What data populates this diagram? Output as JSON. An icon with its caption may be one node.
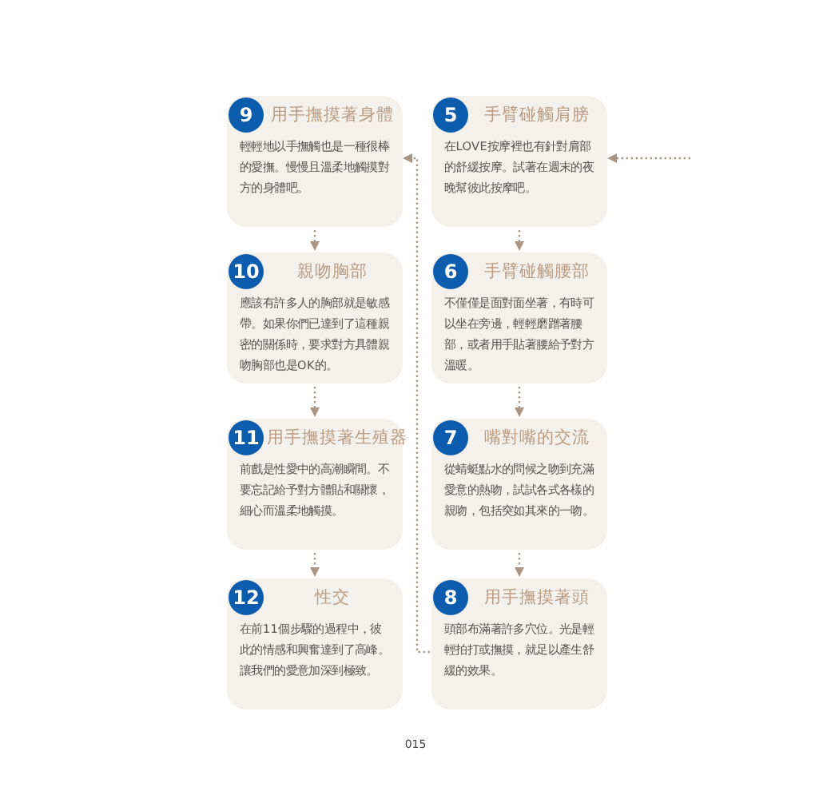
{
  "diagram": {
    "nodes": [
      {
        "text": [
          "5",
          "手臂碰觸肩膀",
          "在LOVE按摩裡也有針對肩部的舒緩按摩。試著在週末的夜晚幫彼此按摩吧。"
        ]
      },
      {
        "text": [
          "6",
          "手臂碰觸腰部",
          "不僅僅是面對面坐著，有時可以坐在旁邊，輕輕磨蹭著腰部，或者用手貼著腰給予對方溫暖。"
        ]
      },
      {
        "text": [
          "7",
          "嘴對嘴的交流",
          "從蜻蜓點水的問候之吻到充滿愛意的熱吻，試試各式各樣的親吻，包括突如其來的一吻。"
        ]
      },
      {
        "text": [
          "8",
          "用手撫摸著頭",
          "頭部布滿著許多穴位。光是輕輕拍打或撫摸，就足以產生舒緩的效果。"
        ]
      },
      {
        "text": [
          "9",
          "用手撫摸著身體",
          "輕輕地以手撫觸也是一種很棒的愛撫。慢慢且溫柔地觸摸對方的身體吧。"
        ]
      },
      {
        "text": [
          "10",
          "親吻胸部",
          "應該有許多人的胸部就是敏感帶。如果你們已達到了這種親密的關係時，要求對方具體親吻胸部也是OK的。"
        ]
      },
      {
        "text": [
          "11",
          "用手撫摸著生殖器",
          "前戲是性愛中的高潮瞬間。不要忘記給予對方體貼和關懷，細心而溫柔地觸摸。"
        ]
      },
      {
        "text": [
          "12",
          "性交",
          "在前11個步驟的過程中，彼此的情感和興奮達到了高峰。讓我們的愛意加深到極致。"
        ]
      }
    ],
    "edges": [
      {
        "from": null,
        "to": 0,
        "arrow": "to",
        "style": "dashed"
      },
      {
        "from": 0,
        "to": 1,
        "arrow": "to",
        "style": "dashed"
      },
      {
        "from": 1,
        "to": 2,
        "arrow": "to",
        "style": "dashed"
      },
      {
        "from": 2,
        "to": 3,
        "arrow": "to",
        "style": "dashed"
      },
      {
        "from": 3,
        "to": 4,
        "arrow": "to",
        "style": "dashed"
      },
      {
        "from": 4,
        "to": 5,
        "arrow": "to",
        "style": "dashed"
      },
      {
        "from": 5,
        "to": 6,
        "arrow": "to",
        "style": "dashed"
      },
      {
        "from": 6,
        "to": 7,
        "arrow": "to",
        "style": "dashed"
      }
    ],
    "labels": [
      "015"
    ]
  }
}
